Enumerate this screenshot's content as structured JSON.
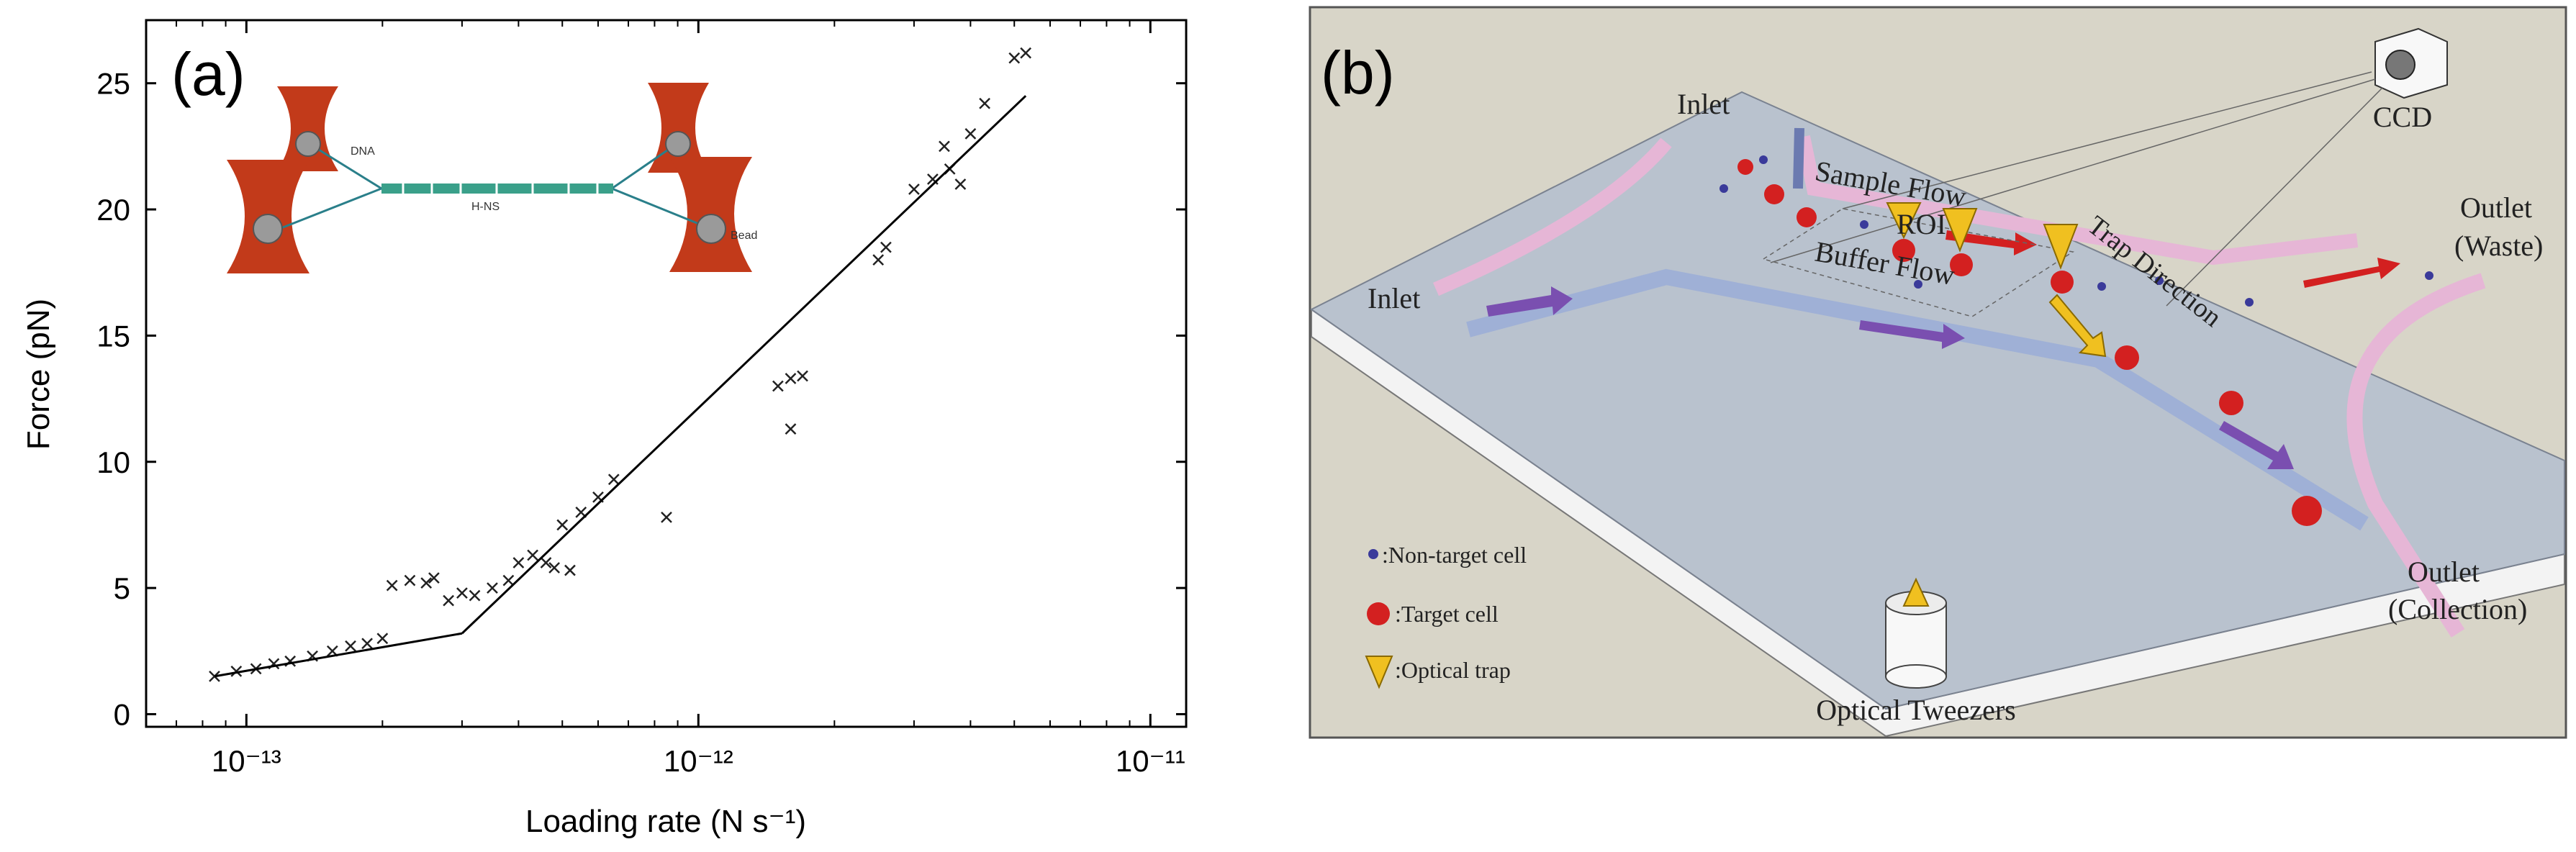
{
  "panel_a": {
    "label": "(a)",
    "inset": {
      "dna_label": "DNA",
      "protein_label": "H-NS",
      "bead_label": "Bead"
    }
  },
  "panel_b": {
    "label": "(b)",
    "labels": {
      "inlet_top": "Inlet",
      "inlet_left": "Inlet",
      "ccd": "CCD",
      "sample_flow": "Sample Flow",
      "buffer_flow": "Buffer Flow",
      "roi": "ROI",
      "trap_direction": "Trap Direction",
      "outlet_waste_1": "Outlet",
      "outlet_waste_2": "(Waste)",
      "outlet_collection_1": "Outlet",
      "outlet_collection_2": "(Collection)",
      "optical_tweezers": "Optical Tweezers"
    },
    "legend": [
      {
        "key": "non-target",
        "label": ":Non-target cell",
        "color": "#3a3a9a"
      },
      {
        "key": "target",
        "label": ":Target cell",
        "color": "#d32020"
      },
      {
        "key": "trap",
        "label": ":Optical trap",
        "color": "#f0c020"
      }
    ]
  },
  "chart_data": {
    "type": "scatter",
    "title": "",
    "xlabel": "Loading rate (N s⁻¹)",
    "ylabel": "Force (pN)",
    "xscale": "log",
    "xlim": [
      6e-14,
      1.2e-11
    ],
    "ylim": [
      -0.5,
      27.5
    ],
    "xticks": [
      1e-13,
      1e-12,
      1e-11
    ],
    "xtick_labels": [
      "10⁻¹³",
      "10⁻¹²",
      "10⁻¹¹"
    ],
    "yticks": [
      0,
      5,
      10,
      15,
      20,
      25
    ],
    "grid": false,
    "series": [
      {
        "kind": "points",
        "marker": "x",
        "points": [
          [
            8.5e-14,
            1.5
          ],
          [
            9.5e-14,
            1.7
          ],
          [
            1.05e-13,
            1.8
          ],
          [
            1.15e-13,
            2.0
          ],
          [
            1.25e-13,
            2.1
          ],
          [
            1.4e-13,
            2.3
          ],
          [
            1.55e-13,
            2.5
          ],
          [
            1.7e-13,
            2.7
          ],
          [
            1.85e-13,
            2.8
          ],
          [
            2e-13,
            3.0
          ],
          [
            2.1e-13,
            5.1
          ],
          [
            2.3e-13,
            5.3
          ],
          [
            2.5e-13,
            5.2
          ],
          [
            2.6e-13,
            5.4
          ],
          [
            2.8e-13,
            4.5
          ],
          [
            3e-13,
            4.8
          ],
          [
            3.2e-13,
            4.7
          ],
          [
            3.5e-13,
            5.0
          ],
          [
            3.8e-13,
            5.3
          ],
          [
            4e-13,
            6.0
          ],
          [
            4.3e-13,
            6.3
          ],
          [
            4.6e-13,
            6.0
          ],
          [
            4.8e-13,
            5.8
          ],
          [
            5.2e-13,
            5.7
          ],
          [
            5e-13,
            7.5
          ],
          [
            5.5e-13,
            8.0
          ],
          [
            6e-13,
            8.6
          ],
          [
            6.5e-13,
            9.3
          ],
          [
            8.5e-13,
            7.8
          ],
          [
            1.5e-12,
            13.0
          ],
          [
            1.6e-12,
            13.3
          ],
          [
            1.7e-12,
            13.4
          ],
          [
            1.6e-12,
            11.3
          ],
          [
            2.5e-12,
            18.0
          ],
          [
            2.6e-12,
            18.5
          ],
          [
            3e-12,
            20.8
          ],
          [
            3.3e-12,
            21.2
          ],
          [
            3.6e-12,
            21.6
          ],
          [
            3.8e-12,
            21.0
          ],
          [
            3.5e-12,
            22.5
          ],
          [
            4e-12,
            23.0
          ],
          [
            4.3e-12,
            24.2
          ],
          [
            5e-12,
            26.0
          ],
          [
            5.3e-12,
            26.2
          ]
        ]
      },
      {
        "kind": "fit",
        "x": [
          8.5e-14,
          3e-13
        ],
        "y": [
          1.5,
          3.2
        ]
      },
      {
        "kind": "fit",
        "x": [
          3e-13,
          5.3e-12
        ],
        "y": [
          3.2,
          24.5
        ]
      }
    ]
  }
}
